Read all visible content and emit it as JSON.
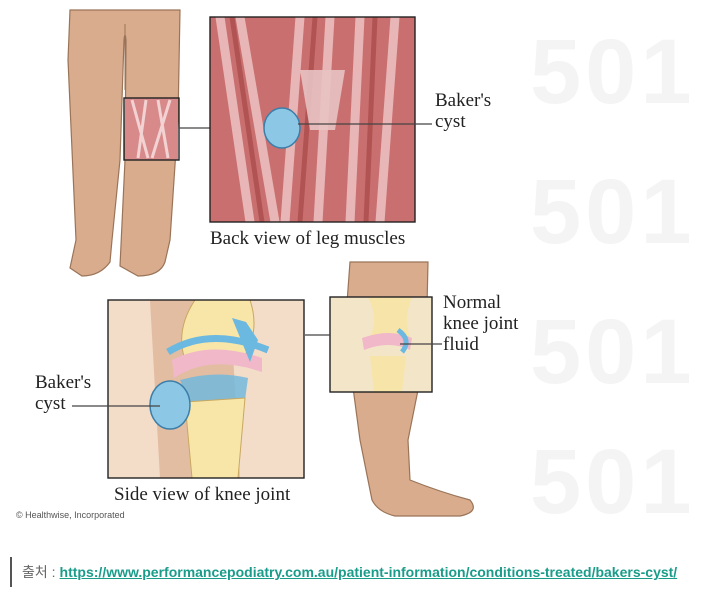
{
  "figure": {
    "callout_top": "Baker's\ncyst",
    "caption_top": "Back view of leg muscles",
    "callout_normal": "Normal\nknee joint\nfluid",
    "callout_side": "Baker's\ncyst",
    "caption_bottom": "Side view of knee joint",
    "credit": "© Healthwise, Incorporated",
    "watermark": "501"
  },
  "source": {
    "prefix": "출처 :",
    "url": "https://www.performancepodiatry.com.au/patient-information/conditions-treated/bakers-cyst/"
  }
}
